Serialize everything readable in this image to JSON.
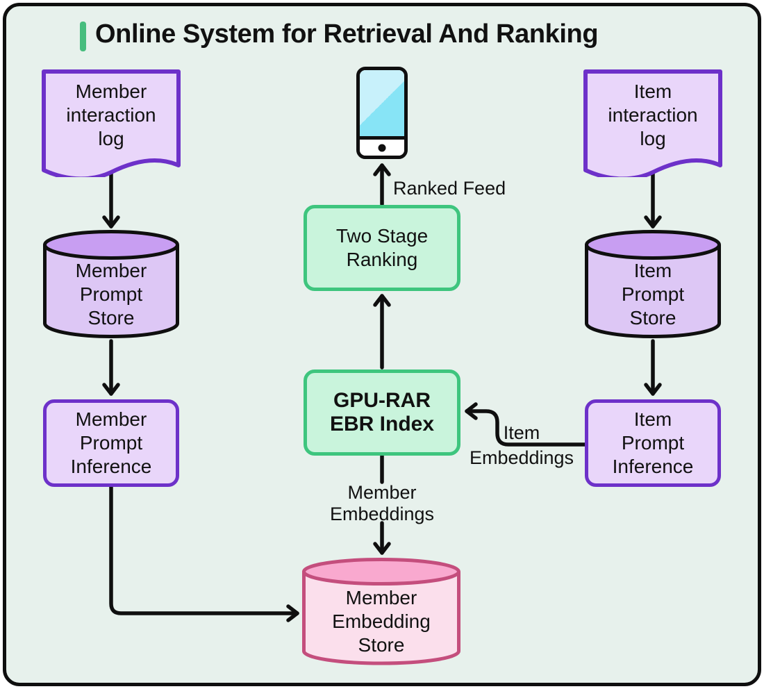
{
  "title": {
    "text": "Online System for Retrieval And Ranking"
  },
  "colors": {
    "background": "#E7F1EC",
    "frame_border": "#0F0F0F",
    "title_accent_green": "#47BD7E",
    "purple_stroke": "#6D31C9",
    "purple_fill": "#E9D6FA",
    "purple_cylinder_body": "#DDC7F5",
    "purple_cylinder_top": "#C89EF2",
    "green_stroke": "#3EC57E",
    "green_fill": "#C9F4DC",
    "pink_stroke": "#C44E7D",
    "pink_cylinder_body": "#FBDFEC",
    "pink_cylinder_top": "#F9A9CF",
    "phone_screen_light": "#C8F1FB",
    "phone_screen_dark": "#87E4F6",
    "arrow": "#0F0F0F"
  },
  "icons": {
    "phone": "smartphone-icon"
  },
  "nodes": {
    "member_interaction_log": {
      "shape": "document",
      "label": "Member\ninteraction\nlog"
    },
    "member_prompt_store": {
      "shape": "cylinder",
      "label": "Member\nPrompt\nStore"
    },
    "member_prompt_inference": {
      "shape": "rounded-rect",
      "label": "Member\nPrompt\nInference"
    },
    "two_stage_ranking": {
      "shape": "rounded-rect",
      "label": "Two Stage\nRanking"
    },
    "gpu_rar_ebr_index": {
      "shape": "rounded-rect",
      "label": "GPU-RAR\nEBR Index"
    },
    "member_embedding_store": {
      "shape": "cylinder",
      "label": "Member\nEmbedding\nStore"
    },
    "item_interaction_log": {
      "shape": "document",
      "label": "Item\ninteraction\nlog"
    },
    "item_prompt_store": {
      "shape": "cylinder",
      "label": "Item\nPrompt\nStore"
    },
    "item_prompt_inference": {
      "shape": "rounded-rect",
      "label": "Item\nPrompt\nInference"
    }
  },
  "edge_labels": {
    "ranked_feed": "Ranked Feed",
    "member_embeddings": "Member\nEmbeddings",
    "item_embeddings": "Item\nEmbeddings"
  }
}
